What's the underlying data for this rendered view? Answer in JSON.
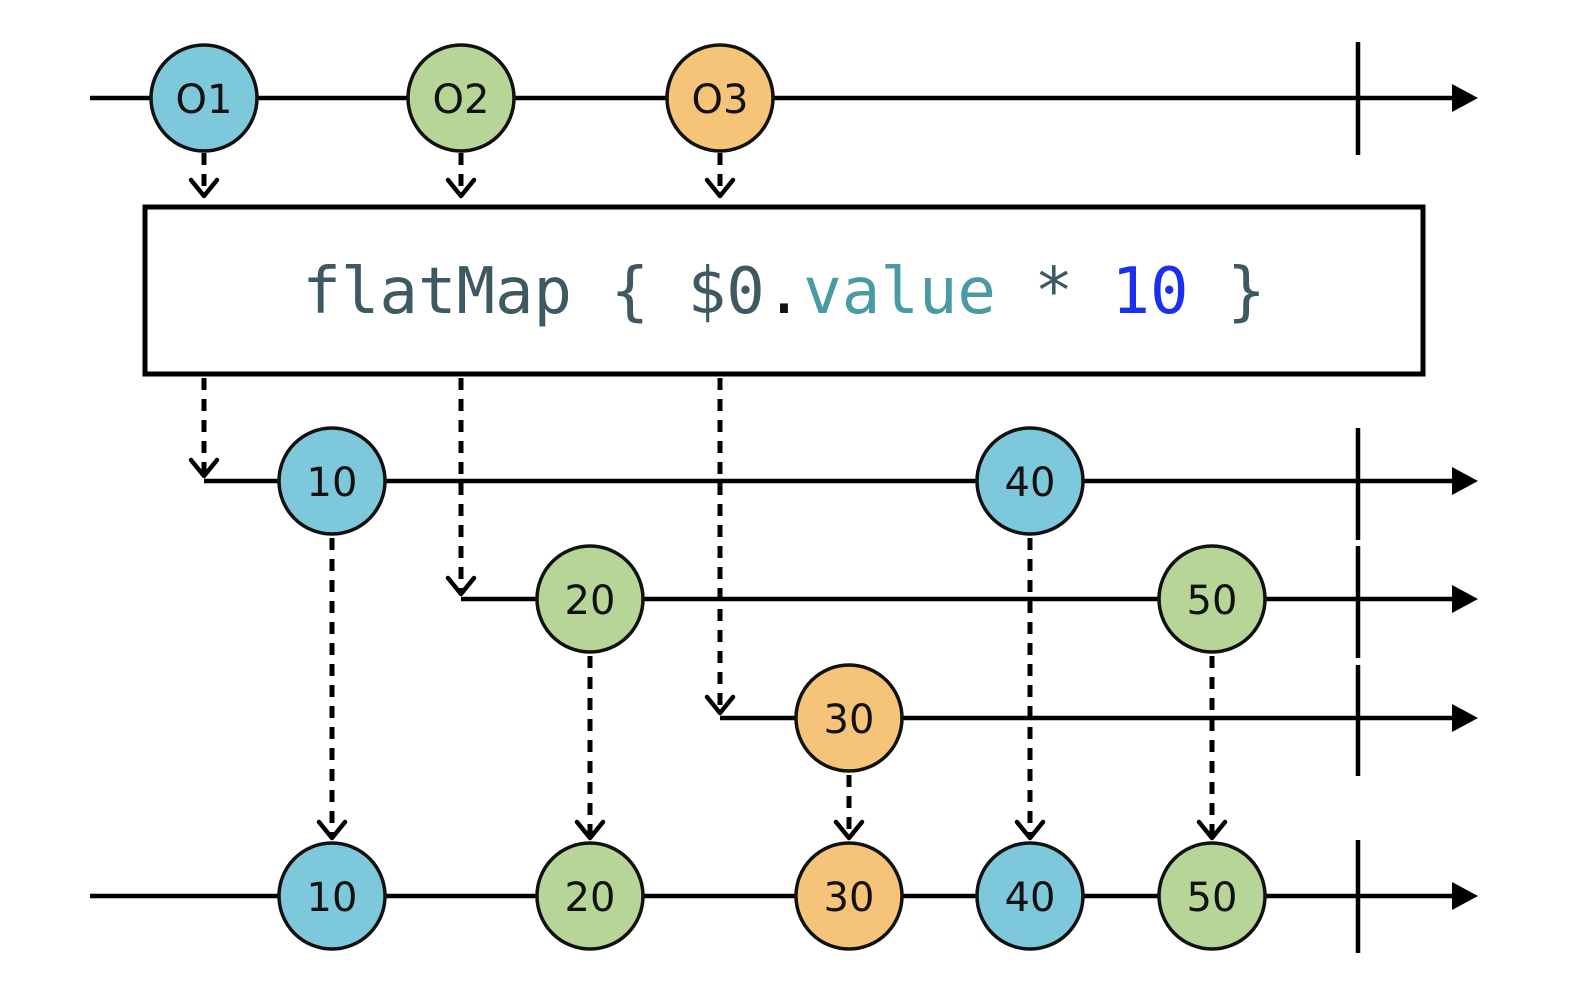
{
  "operator": {
    "parts": [
      {
        "text": "flatMap { ",
        "color": "#3f5963"
      },
      {
        "text": "$0",
        "color": "#3f5963"
      },
      {
        "text": ".",
        "color": "#111111"
      },
      {
        "text": "value",
        "color": "#4a9aa3"
      },
      {
        "text": " * ",
        "color": "#3f5963"
      },
      {
        "text": "10",
        "color": "#1a2ff0"
      },
      {
        "text": " }",
        "color": "#3f5963"
      }
    ]
  },
  "colors": {
    "blue": "#7ec8dc",
    "green": "#b6d597",
    "orange": "#f6c478"
  },
  "source": {
    "items": [
      {
        "label": "O1",
        "color": "blue"
      },
      {
        "label": "O2",
        "color": "green"
      },
      {
        "label": "O3",
        "color": "orange"
      }
    ]
  },
  "inner_streams": [
    {
      "items": [
        {
          "label": "10",
          "color": "blue"
        },
        {
          "label": "40",
          "color": "blue"
        }
      ]
    },
    {
      "items": [
        {
          "label": "20",
          "color": "green"
        },
        {
          "label": "50",
          "color": "green"
        }
      ]
    },
    {
      "items": [
        {
          "label": "30",
          "color": "orange"
        }
      ]
    }
  ],
  "result": {
    "items": [
      {
        "label": "10",
        "color": "blue"
      },
      {
        "label": "20",
        "color": "green"
      },
      {
        "label": "30",
        "color": "orange"
      },
      {
        "label": "40",
        "color": "blue"
      },
      {
        "label": "50",
        "color": "green"
      }
    ]
  }
}
